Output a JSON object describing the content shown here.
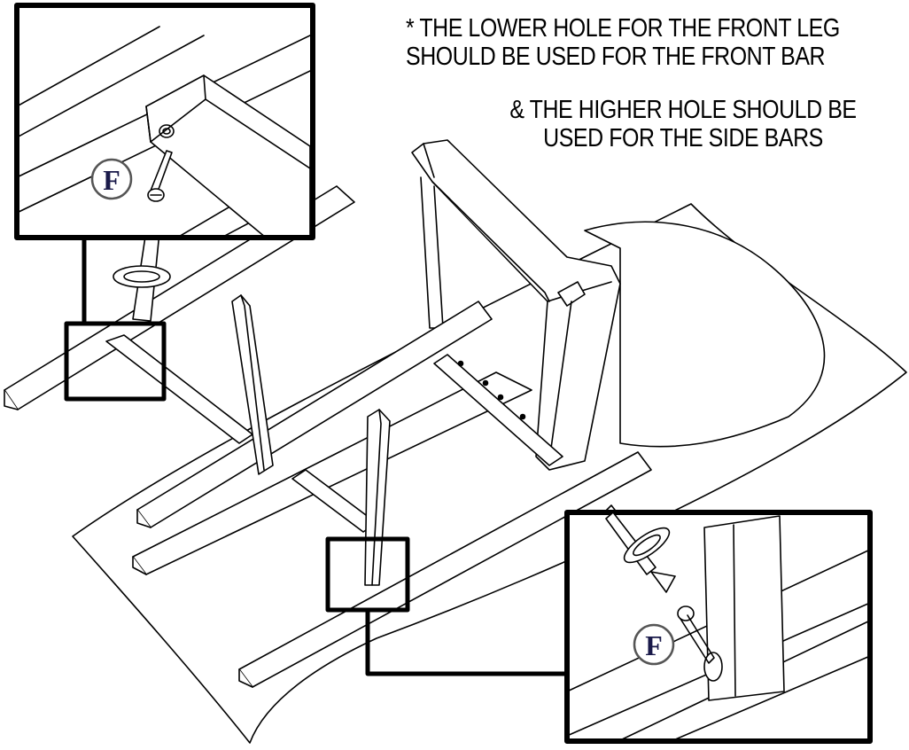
{
  "notes": {
    "line1": "* THE LOWER HOLE FOR THE FRONT LEG\n   SHOULD BE USED FOR THE FRONT BAR",
    "line2": "& THE HIGHER HOLE SHOULD BE\nUSED FOR THE SIDE BARS"
  },
  "callouts": {
    "top_left_part": "F",
    "bottom_right_part": "F"
  },
  "colors": {
    "line": "#000000",
    "background": "#ffffff",
    "badge_stroke": "#555555",
    "badge_text": "#1a1a4a"
  }
}
